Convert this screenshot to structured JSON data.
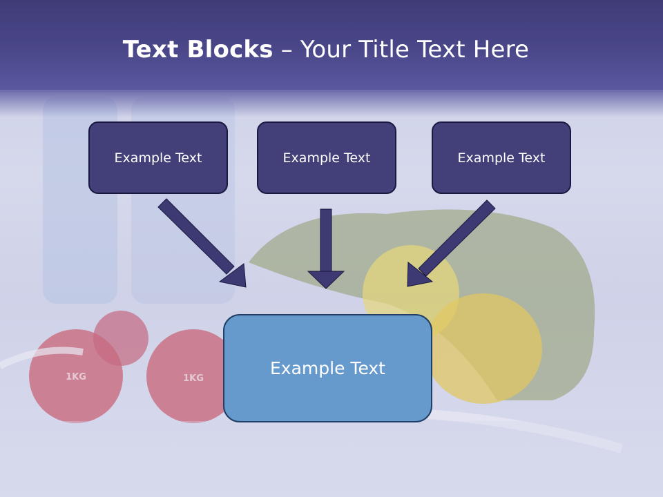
{
  "slide": {
    "title_bold": "Text Blocks",
    "title_dash": " – ",
    "title_rest": "Your Title Text Here"
  },
  "blocks": {
    "top": [
      {
        "label": "Example Text"
      },
      {
        "label": "Example Text"
      },
      {
        "label": "Example Text"
      }
    ],
    "bottom": {
      "label": "Example Text"
    }
  },
  "photo": {
    "dumbbell_label": "1KG"
  },
  "colors": {
    "header": "#4a4789",
    "top_box": "#433f78",
    "bottom_box": "#6699cc",
    "arrow": "#3d3a73"
  }
}
